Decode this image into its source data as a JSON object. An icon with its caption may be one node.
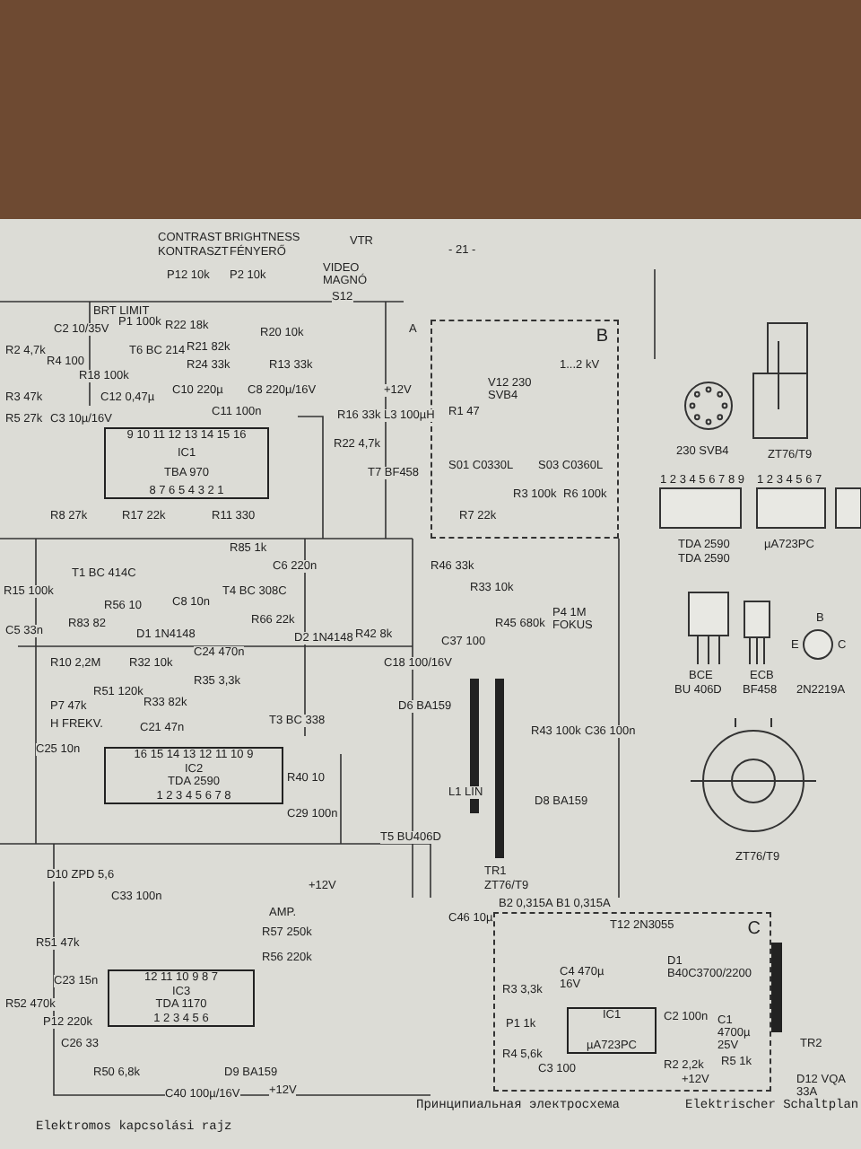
{
  "diagram": {
    "nodes": [
      {
        "text": [
          "9 10 11 12 13 14 15 16",
          "IC1",
          "TBA 970",
          "8 7 6 5 4 3 2 1"
        ]
      },
      {
        "text": [
          "16 15 14 13 12 11 10 9",
          "IC2",
          "TDA 2590",
          "1 2 3 4 5 6 7 8"
        ]
      },
      {
        "text": [
          "12 11 10 9 8 7",
          "IC3",
          "TDA 1170",
          "1 2 3 4 5 6"
        ]
      },
      {
        "text": [
          "B"
        ]
      },
      {
        "text": [
          "C"
        ]
      },
      {
        "text": [
          "IC1",
          "µA723PC"
        ],
        "in": 4
      }
    ],
    "edges": [],
    "labels": [
      "- 21 -",
      "CONTRAST",
      "KONTRASZT",
      "BRIGHTNESS",
      "FÉNYERŐ",
      "VTR",
      "VIDEO MAGNÓ",
      "P12 10k",
      "P2 10k",
      "S12",
      "BRT LIMIT",
      "A",
      "R2 4,7k",
      "R4 100",
      "C2 10/35V",
      "P1 100k",
      "T6 BC 214",
      "R18 100k",
      "R22 18k",
      "R21 82k",
      "R20 10k",
      "R24 33k",
      "R13 33k",
      "C12 0,47µ",
      "C10 220µ",
      "C8 220µ/16V",
      "C11 100n",
      "R3 47k",
      "R5 27k",
      "C3 10µ/16V",
      "R8 27k",
      "R17 22k",
      "R11 330",
      "R16 33k",
      "R22 4,7k",
      "L3 100µH",
      "T7 BF458",
      "+12V",
      "V12 230 SVB4",
      "1...2 kV",
      "R1 47",
      "S01 C0330L",
      "S03 C0360L",
      "R7 22k",
      "R3 100k",
      "R6 100k",
      "230 SVB4",
      "ZT76/T9",
      "1 2 3 4 5 6 7 8 9",
      "1 2 3 4 5 6 7",
      "TDA 2590",
      "TDA 2590",
      "µA723PC",
      "BCE",
      "BU 406D",
      "ECB",
      "BF458",
      "B",
      "E",
      "C",
      "2N2219A",
      "R46 33k",
      "R33 10k",
      "R45 680k",
      "P4 1M FOKUS",
      "C37 100",
      "R43 100k",
      "C36 100n",
      "D8 BA159",
      "L1 LIN",
      "TR1",
      "ZT76/T9",
      "C46 10µ",
      "B2 0,315A",
      "B1 0,315A",
      "ZT76/T9",
      "R15 100k",
      "T1 BC 414C",
      "R56 10",
      "R83 82",
      "C5 33n",
      "R85 1k",
      "T4 BC 308C",
      "C6 220n",
      "C8 10n",
      "D1 1N4148",
      "R66 22k",
      "D2 1N4148",
      "R10 2,2M",
      "R32 10k",
      "C24 470n",
      "R35 3,3k",
      "P7 47k",
      "R51 120k",
      "R33 82k",
      "H FREKV.",
      "C25 10n",
      "C21 47n",
      "T3 BC 338",
      "R42 8k",
      "C18 100/16V",
      "D6 BA159",
      "R40 10",
      "C29 100n",
      "T5 BU406D",
      "D10 ZPD 5,6",
      "C33 100n",
      "R51 47k",
      "R52 470k",
      "C23 15n",
      "P12 220k",
      "C26 33",
      "R50 6,8k",
      "C40 100µ/16V",
      "D9 BA159",
      "+12V",
      "R57 250k",
      "R56 220k",
      "AMP.",
      "+12V",
      "T12 2N3055",
      "D1 B40C3700/2200",
      "C2 100n",
      "C1 4700µ 25V",
      "R3 3,3k",
      "P1 1k",
      "R4 5,6k",
      "C4 470µ 16V",
      "C3 100",
      "R2 2,2k",
      "R5 1k",
      "+12V",
      "TR2",
      "D12 VQA 33A",
      "Elektromos kapcsolási rajz",
      "Принципиальная электросхема",
      "Elektrischer Schaltplan"
    ]
  }
}
